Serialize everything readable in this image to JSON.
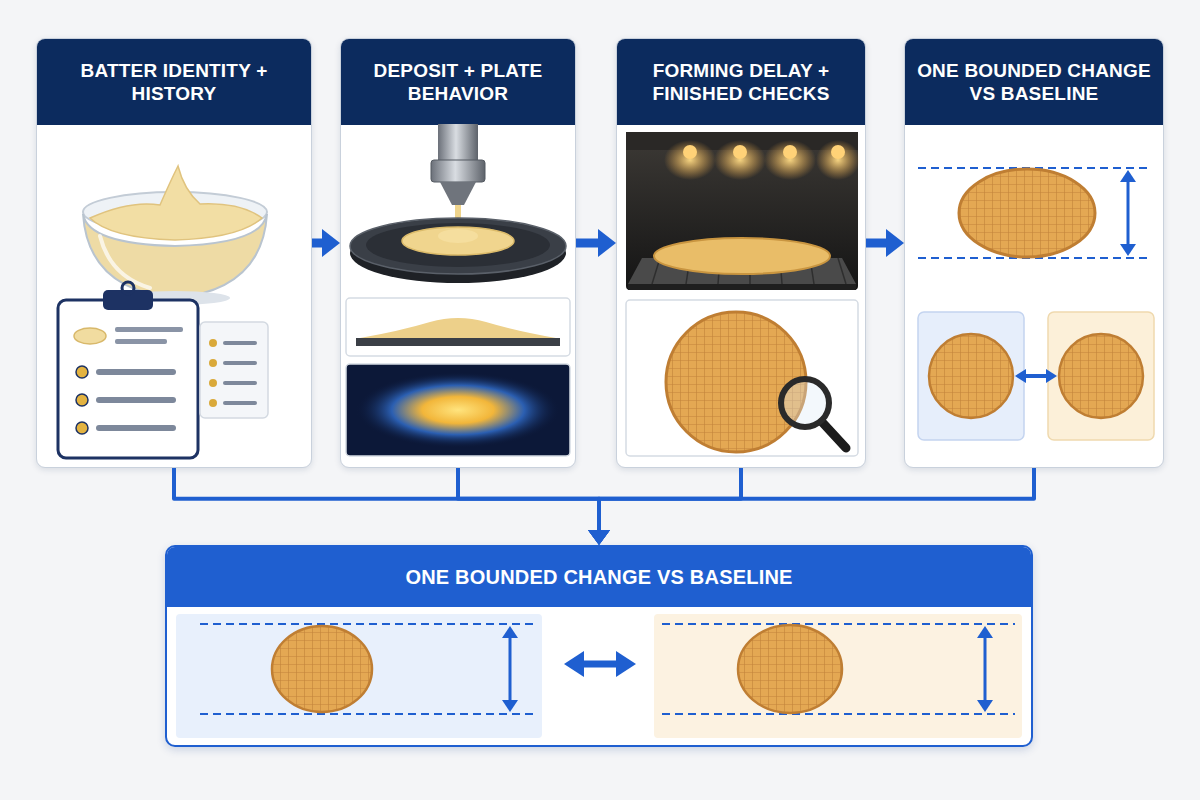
{
  "diagram": {
    "nodes": [
      {
        "text": [
          "BATTER IDENTITY + HISTORY"
        ]
      },
      {
        "text": [
          "DEPOSIT + PLATE BEHAVIOR"
        ]
      },
      {
        "text": [
          "FORMING DELAY + FINISHED CHECKS"
        ]
      },
      {
        "text": [
          "ONE BOUNDED CHANGE VS BASELINE"
        ]
      },
      {
        "text": [
          "ONE BOUNDED CHANGE VS BASELINE"
        ]
      }
    ],
    "edges": [
      {
        "from": 0,
        "to": 1,
        "arrow": "to"
      },
      {
        "from": 1,
        "to": 2,
        "arrow": "to"
      },
      {
        "from": 2,
        "to": 3,
        "arrow": "to"
      },
      {
        "from": 0,
        "to": 4,
        "arrow": "to"
      },
      {
        "from": 1,
        "to": 4,
        "arrow": "to"
      },
      {
        "from": 2,
        "to": 4,
        "arrow": "to"
      },
      {
        "from": 3,
        "to": 4,
        "arrow": "to"
      }
    ]
  }
}
